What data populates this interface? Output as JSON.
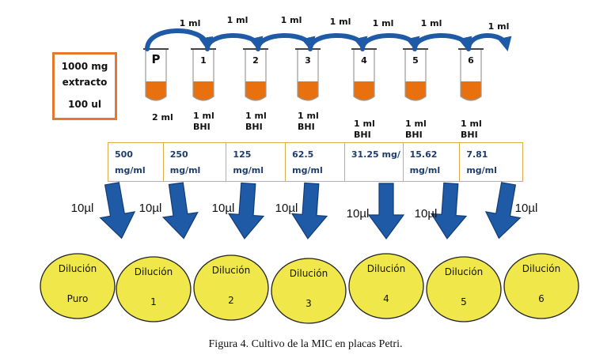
{
  "stock_box": {
    "line1": "1000 mg",
    "line2": "extracto",
    "line3": "100 ul"
  },
  "tubes": [
    {
      "label": "P",
      "below": "2 ml"
    },
    {
      "label": "1",
      "below": "1 ml\nBHI"
    },
    {
      "label": "2",
      "below": "1 ml\nBHI"
    },
    {
      "label": "3",
      "below": "1 ml\nBHI"
    },
    {
      "label": "4",
      "below": "1 ml\nBHI"
    },
    {
      "label": "5",
      "below": "1 ml\nBHI"
    },
    {
      "label": "6",
      "below": "1 ml\nBHI"
    }
  ],
  "transfers": [
    "1 ml",
    "1 ml",
    "1 ml",
    "1 ml",
    "1 ml",
    "1 ml",
    "1 ml"
  ],
  "concentrations": [
    "500\nmg/ml",
    "250\nmg/ml",
    "125\nmg/ml",
    "62.5\nmg/ml",
    "31.25 mg/",
    "15.62\nmg/ml",
    "7.81\nmg/ml"
  ],
  "drop_labels": [
    "10µl",
    "10µl",
    "10µl",
    "10µl",
    "10µl",
    "10µl",
    "10µl"
  ],
  "plates": [
    {
      "top": "Dilución",
      "bottom": "Puro"
    },
    {
      "top": "Dilución",
      "bottom": "1"
    },
    {
      "top": "Dilución",
      "bottom": "2"
    },
    {
      "top": "Dilución",
      "bottom": "3"
    },
    {
      "top": "Dilución",
      "bottom": "4"
    },
    {
      "top": "Dilución",
      "bottom": "5"
    },
    {
      "top": "Dilución",
      "bottom": "6"
    }
  ],
  "caption": "Figura 4. Cultivo de la MIC en placas Petri.",
  "colors": {
    "box_border": "#e8772e",
    "liquid": "#e8700f",
    "arrow_blue": "#1f5aa6",
    "arrow_dark": "#123c74",
    "plate_fill": "#f0e84a",
    "table_border": "#e0ac4a",
    "conc_text": "#1e3d6b"
  }
}
